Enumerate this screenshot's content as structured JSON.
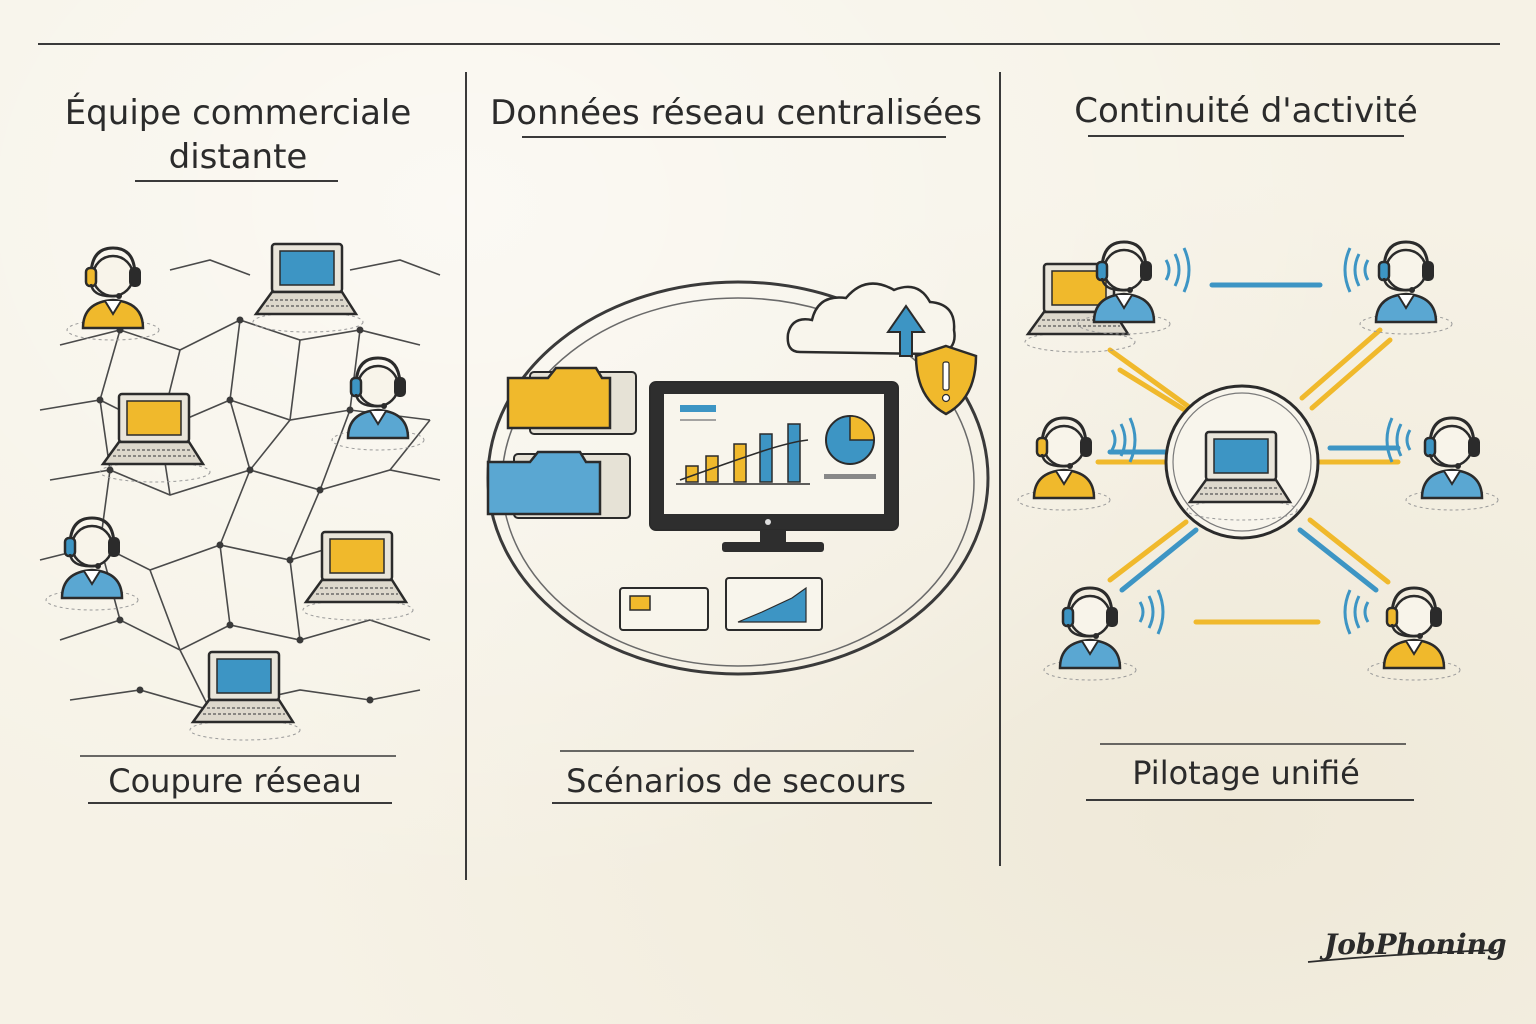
{
  "columns": [
    {
      "title_line1": "Équipe commerciale",
      "title_line2": "distante",
      "caption": "Coupure réseau"
    },
    {
      "title_line1": "Données réseau centralisées",
      "caption": "Scénarios de secours"
    },
    {
      "title_line1": "Continuité d'activité",
      "caption": "Pilotage unifié"
    }
  ],
  "brand": "JobPhoning",
  "colors": {
    "ink": "#2b2b2b",
    "blue": "#3d95c4",
    "yellow": "#f0b92c",
    "paper": "#f6f2e6"
  },
  "icons": [
    "headset-agent-icon",
    "laptop-icon",
    "monitor-icon",
    "folder-icon",
    "cloud-upload-icon",
    "shield-alert-icon",
    "signal-wave-icon"
  ]
}
